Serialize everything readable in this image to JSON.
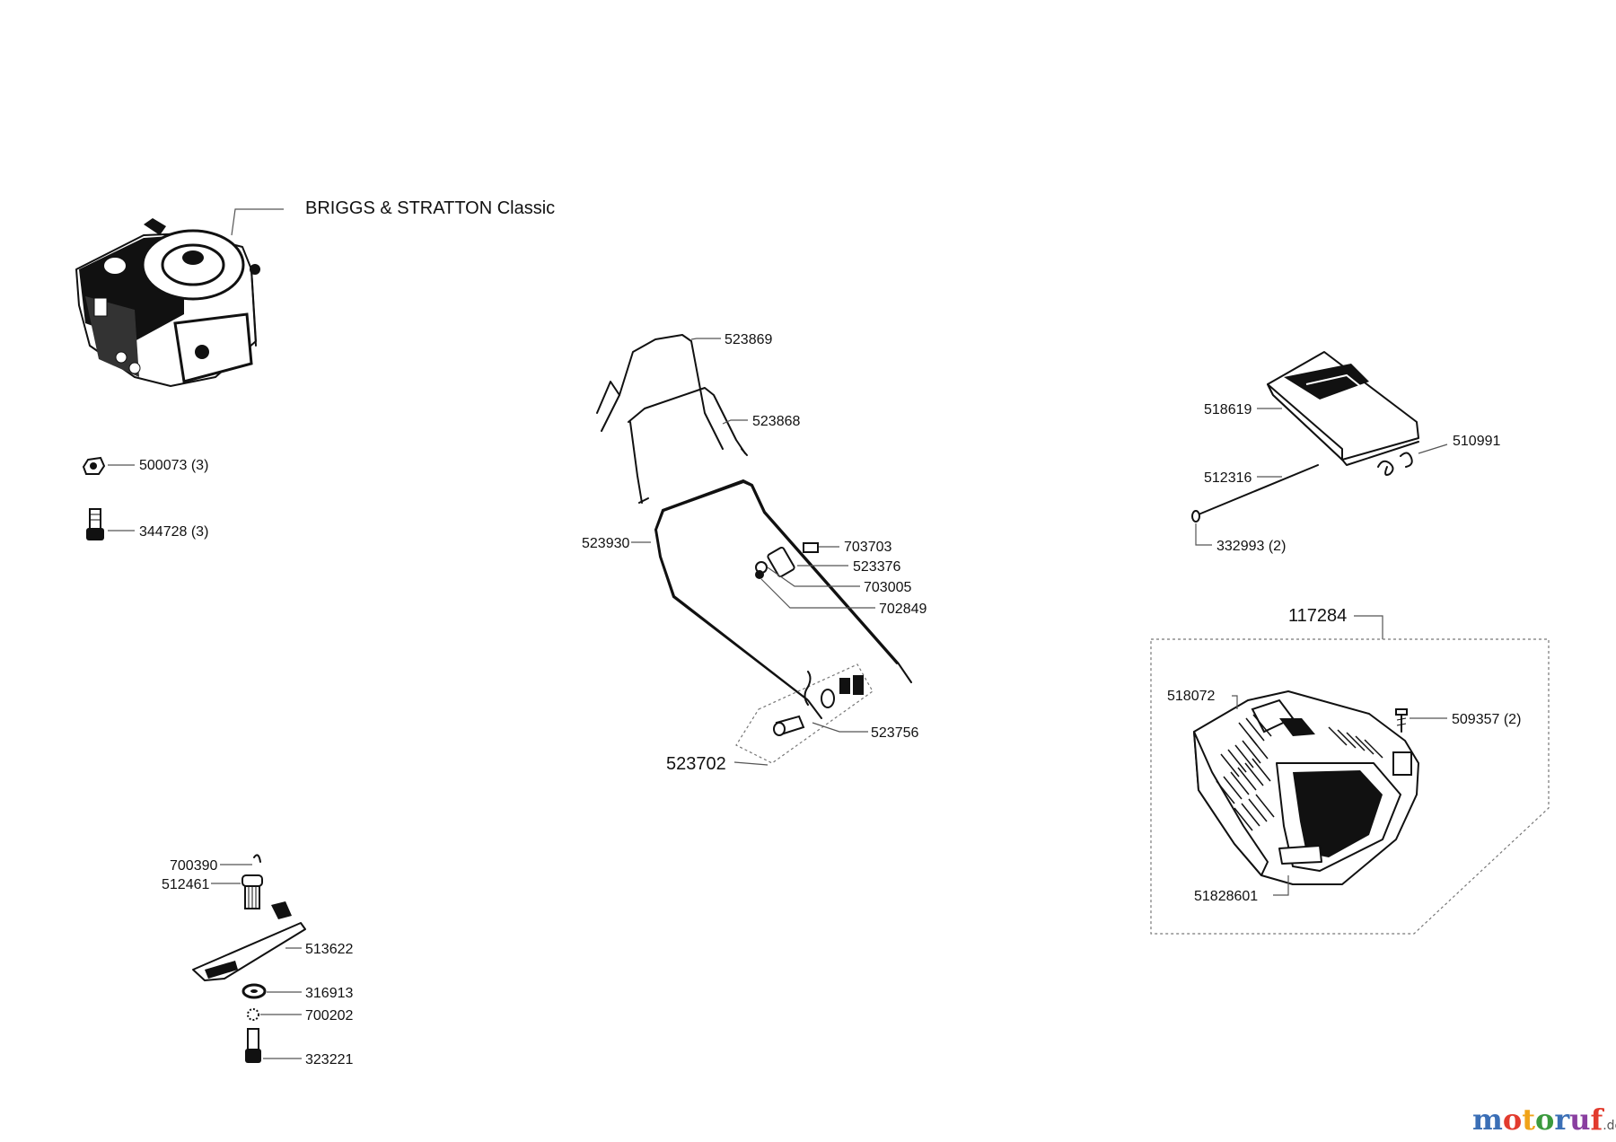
{
  "engine": {
    "title": "BRIGGS & STRATTON Classic"
  },
  "parts": {
    "p500073": "500073 (3)",
    "p344728": "344728 (3)",
    "p523869": "523869",
    "p523868": "523868",
    "p523930": "523930",
    "p703703": "703703",
    "p523376": "523376",
    "p703005": "703005",
    "p702849": "702849",
    "p523756": "523756",
    "p523702": "523702",
    "p518619": "518619",
    "p510991": "510991",
    "p512316": "512316",
    "p332993": "332993 (2)",
    "p117284": "117284",
    "p518072": "518072",
    "p509357": "509357 (2)",
    "p51828601": "51828601",
    "p700390": "700390",
    "p512461": "512461",
    "p513622": "513622",
    "p316913": "316913",
    "p700202": "700202",
    "p323221": "323221"
  },
  "watermark": {
    "letters": [
      "m",
      "o",
      "t",
      "o",
      "r",
      "u",
      "f"
    ],
    "tld": ".de"
  }
}
